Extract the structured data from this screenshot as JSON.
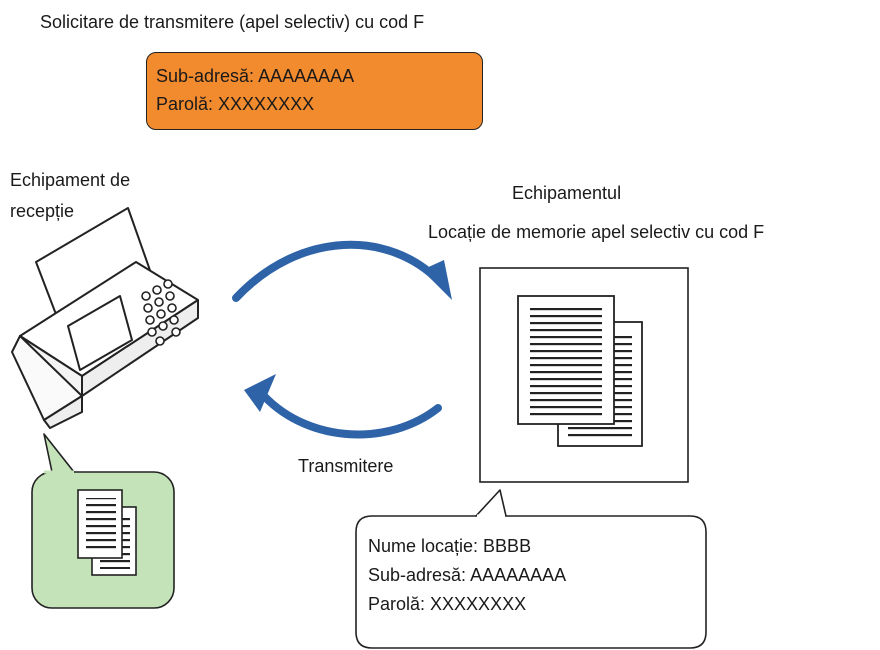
{
  "header": {
    "title": "Solicitare de transmitere (apel selectiv) cu cod F"
  },
  "request_box": {
    "line1": "Sub-adresă: AAAAAAAA",
    "line2": "Parolă: XXXXXXXX",
    "fill": "#f28a2e"
  },
  "receiver": {
    "label_line1": "Echipament de",
    "label_line2": "recepție"
  },
  "sender": {
    "label": "Echipamentul",
    "memory_label": "Locație de memorie apel selectiv cu cod F"
  },
  "transmission": {
    "label": "Transmitere"
  },
  "info_box": {
    "line1": "Nume locație: BBBB",
    "line2": "Sub-adresă: AAAAAAAA",
    "line3": "Parolă: XXXXXXXX"
  },
  "colors": {
    "arrow": "#2e63a8",
    "received_docs_bubble": "#c5e3b8",
    "request_box": "#f28a2e"
  },
  "icons": [
    "fax-machine-icon",
    "document-stack-icon",
    "curved-arrow-icon"
  ]
}
